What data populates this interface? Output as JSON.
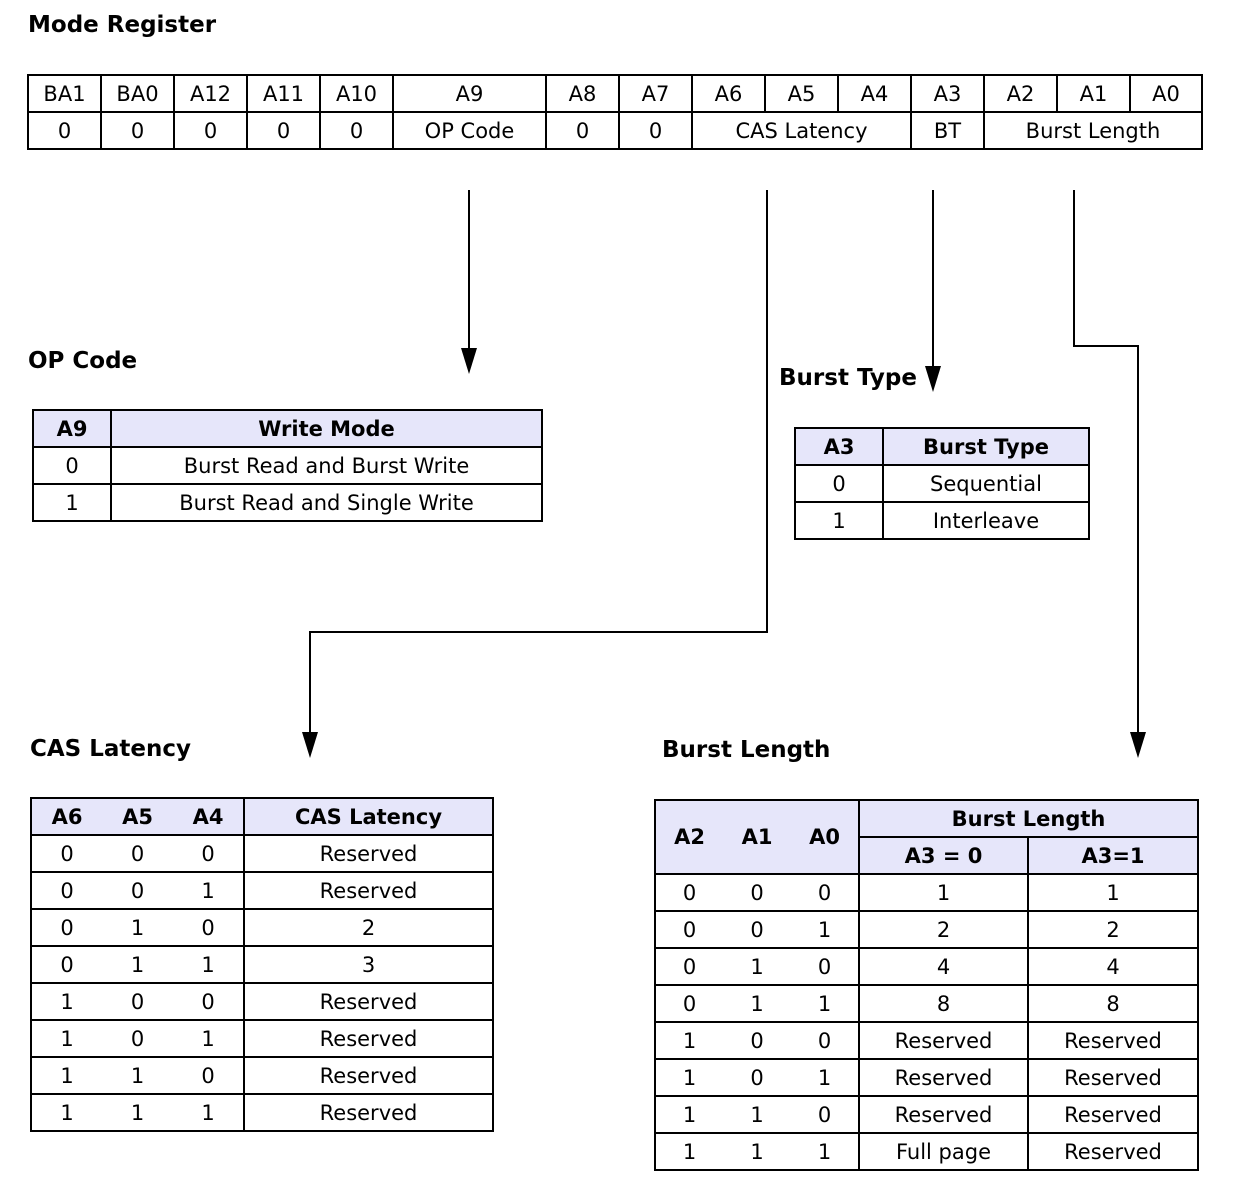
{
  "mode_register": {
    "title": "Mode Register",
    "bits": [
      "BA1",
      "BA0",
      "A12",
      "A11",
      "A10",
      "A9",
      "A8",
      "A7",
      "A6",
      "A5",
      "A4",
      "A3",
      "A2",
      "A1",
      "A0"
    ],
    "values": [
      {
        "text": "0",
        "span": 1
      },
      {
        "text": "0",
        "span": 1
      },
      {
        "text": "0",
        "span": 1
      },
      {
        "text": "0",
        "span": 1
      },
      {
        "text": "0",
        "span": 1
      },
      {
        "text": "OP Code",
        "span": 1
      },
      {
        "text": "0",
        "span": 1
      },
      {
        "text": "0",
        "span": 1
      },
      {
        "text": "CAS Latency",
        "span": 3
      },
      {
        "text": "BT",
        "span": 1
      },
      {
        "text": "Burst Length",
        "span": 3
      }
    ]
  },
  "op_code": {
    "title": "OP Code",
    "headers": [
      "A9",
      "Write Mode"
    ],
    "rows": [
      [
        "0",
        "Burst Read and Burst Write"
      ],
      [
        "1",
        "Burst Read and Single Write"
      ]
    ]
  },
  "burst_type": {
    "title": "Burst Type",
    "headers": [
      "A3",
      "Burst Type"
    ],
    "rows": [
      [
        "0",
        "Sequential"
      ],
      [
        "1",
        "Interleave"
      ]
    ]
  },
  "cas_latency": {
    "title": "CAS Latency",
    "headers": [
      "A6",
      "A5",
      "A4",
      "CAS Latency"
    ],
    "rows": [
      [
        "0",
        "0",
        "0",
        "Reserved"
      ],
      [
        "0",
        "0",
        "1",
        "Reserved"
      ],
      [
        "0",
        "1",
        "0",
        "2"
      ],
      [
        "0",
        "1",
        "1",
        "3"
      ],
      [
        "1",
        "0",
        "0",
        "Reserved"
      ],
      [
        "1",
        "0",
        "1",
        "Reserved"
      ],
      [
        "1",
        "1",
        "0",
        "Reserved"
      ],
      [
        "1",
        "1",
        "1",
        "Reserved"
      ]
    ]
  },
  "burst_length": {
    "title": "Burst Length",
    "headers": [
      "A2",
      "A1",
      "A0"
    ],
    "group_header": "Burst Length",
    "sub_headers": [
      "A3 = 0",
      "A3=1"
    ],
    "rows": [
      [
        "0",
        "0",
        "0",
        "1",
        "1"
      ],
      [
        "0",
        "0",
        "1",
        "2",
        "2"
      ],
      [
        "0",
        "1",
        "0",
        "4",
        "4"
      ],
      [
        "0",
        "1",
        "1",
        "8",
        "8"
      ],
      [
        "1",
        "0",
        "0",
        "Reserved",
        "Reserved"
      ],
      [
        "1",
        "0",
        "1",
        "Reserved",
        "Reserved"
      ],
      [
        "1",
        "1",
        "0",
        "Reserved",
        "Reserved"
      ],
      [
        "1",
        "1",
        "1",
        "Full page",
        "Reserved"
      ]
    ]
  }
}
